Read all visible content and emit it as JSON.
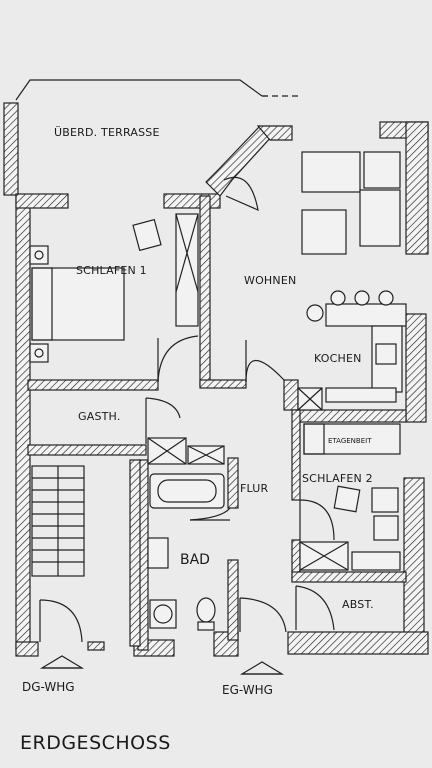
{
  "plan": {
    "title": "ERDGESCHOSS",
    "rooms": {
      "terrace": "ÜBERD. TERRASSE",
      "bedroom1": "SCHLAFEN 1",
      "living": "WOHNEN",
      "kitchen": "KOCHEN",
      "guest": "GASTH.",
      "hallway": "FLUR",
      "bedroom2": "SCHLAFEN 2",
      "bath": "BAD",
      "storage": "ABST."
    },
    "bunk_bed": "ETAGENBEIT",
    "entrances": {
      "upper_apartment": "DG-WHG",
      "ground_apartment": "EG-WHG"
    }
  }
}
